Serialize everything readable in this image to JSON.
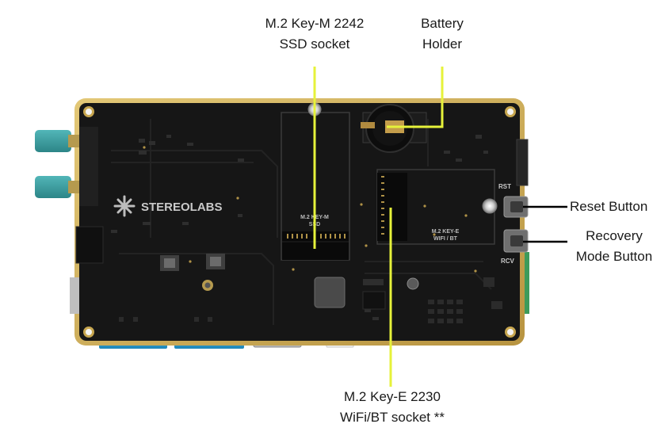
{
  "board": {
    "silkscreen_brand": "STEREOLABS",
    "ssd_slot_text": [
      "M.2 KEY-M",
      "SSD"
    ],
    "wifi_slot_text": [
      "M.2 KEY-E",
      "WIFI / BT"
    ],
    "rst_marker": "RST",
    "rcv_marker": "RCV"
  },
  "callouts": {
    "ssd_socket": [
      "M.2 Key-M 2242",
      "SSD socket"
    ],
    "battery_holder": [
      "Battery",
      "Holder"
    ],
    "reset_button": [
      "Reset Button"
    ],
    "recovery_button": [
      "Recovery",
      "Mode Button"
    ],
    "wifi_socket": [
      "M.2 Key-E 2230",
      "WiFi/BT socket **"
    ]
  },
  "colors": {
    "callout_line": "#e6f23a",
    "pointer_line": "#000000",
    "pcb": "#151515",
    "pcb_edge": "#d2b35a",
    "antenna_connector": "#3a9ea0"
  }
}
